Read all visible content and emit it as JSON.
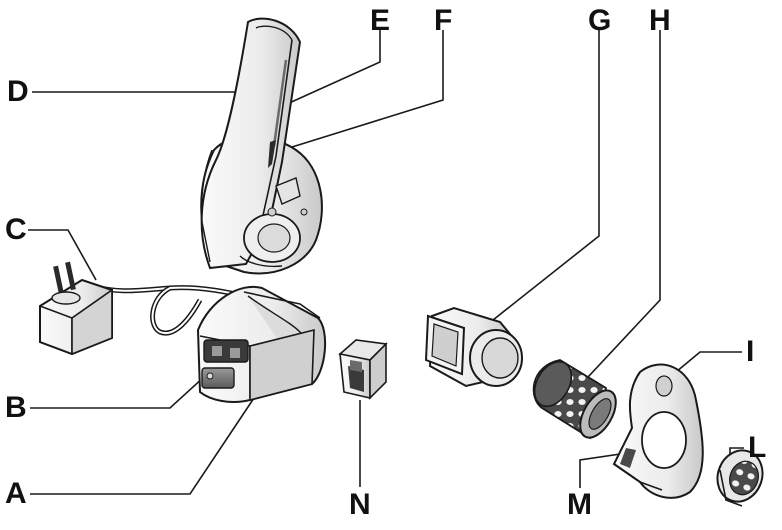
{
  "diagram": {
    "labels": {
      "A": "A",
      "B": "B",
      "C": "C",
      "D": "D",
      "E": "E",
      "F": "F",
      "G": "G",
      "H": "H",
      "I": "I",
      "L": "L",
      "M": "M",
      "N": "N"
    },
    "colors": {
      "outline": "#1a1a1a",
      "body_fill": "#f1f1f1",
      "body_shade": "#cfcfcf",
      "dark": "#3a3a3a"
    }
  }
}
